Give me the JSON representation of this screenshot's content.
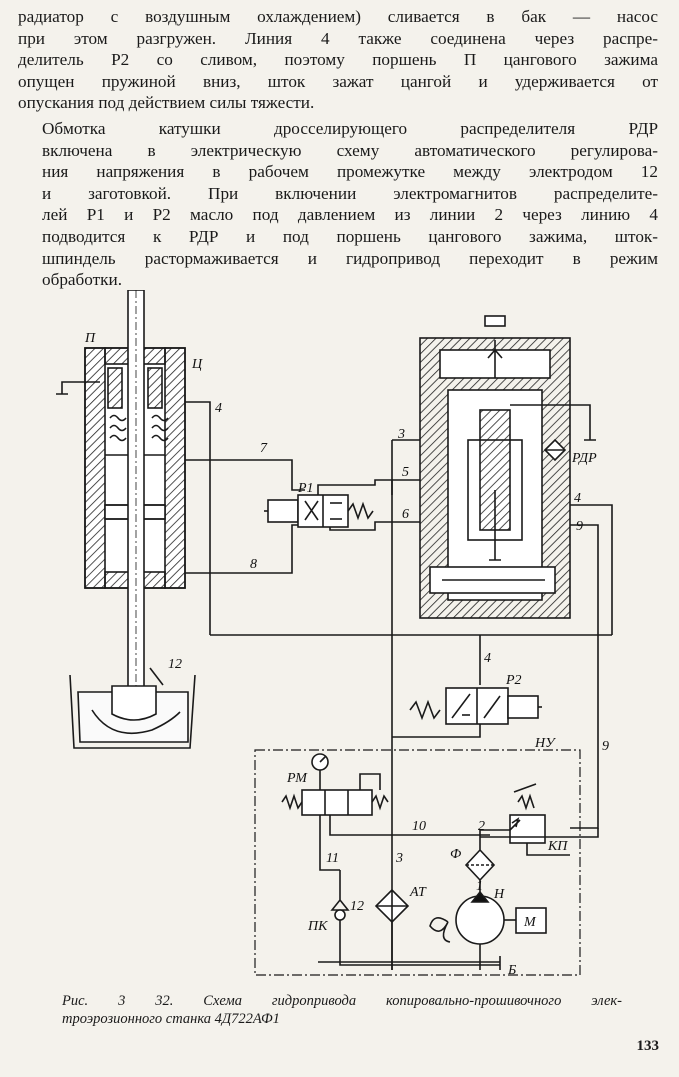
{
  "paragraph_1": [
    "радиатор с воздушным охлаждением) сливается в бак — насос",
    "при этом разгружен. Линия 4 также соединена через распре-",
    "делитель Р2 со сливом, поэтому поршень П цангового зажима",
    "опущен пружиной вниз, шток зажат цангой и удерживается от",
    "опускания под действием силы тяжести."
  ],
  "paragraph_2": [
    "Обмотка катушки дросселирующего распределителя РДР",
    "включена в электрическую схему автоматического регулирова-",
    "ния напряжения в рабочем промежутке между электродом 12",
    "и заготовкой. При включении электромагнитов распределите-",
    "лей Р1 и Р2 масло под давлением из линии 2 через линию 4",
    "подводится к РДР и под поршень цангового зажима, шток-",
    "шпиндель растормаживается и гидропривод переходит в режим",
    "обработки."
  ],
  "diagram_labels": {
    "piston": "П",
    "collet": "Ц",
    "electrode": "12",
    "line_4a": "4",
    "line_7": "7",
    "line_8": "8",
    "valve_p1": "Р1",
    "line_3a": "3",
    "line_5": "5",
    "line_6": "6",
    "rdr": "РДР",
    "line_4b": "4",
    "line_9a": "9",
    "line_4c": "4",
    "valve_p2": "Р2",
    "nu": "НУ",
    "line_9b": "9",
    "rm": "РМ",
    "line_10": "10",
    "line_2": "2",
    "filter_f": "Ф",
    "kp": "КП",
    "line_11": "11",
    "line_3b": "3",
    "line_1": "1",
    "pump_n": "Н",
    "motor_m": "М",
    "line_12": "12",
    "cooler_at": "АТ",
    "pk": "ПК",
    "tank_b": "Б"
  },
  "caption": [
    "Рис. 3 32. Схема гидропривода копировально-прошивочного элек-",
    "троэрозионного станка 4Д722АФ1"
  ],
  "page_number": "133"
}
